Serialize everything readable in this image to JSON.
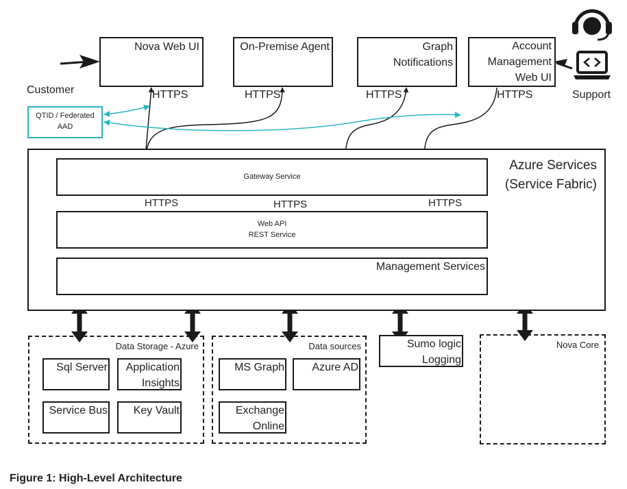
{
  "top_boxes": {
    "nova_web_ui": "Nova Web UI",
    "on_premise_agent": "On-Premise Agent",
    "graph_notifications": [
      "Graph",
      "Notifications"
    ],
    "account_management": [
      "Account",
      "Management",
      "Web UI"
    ]
  },
  "actors": {
    "customer": "Customer",
    "support": "Support"
  },
  "qtid_box": [
    "QTID / Federated",
    "AAD"
  ],
  "https_label": "HTTPS",
  "azure": {
    "title": [
      "Azure Services",
      "(Service Fabric)"
    ],
    "gateway": "Gateway Service",
    "web_api": [
      "Web API",
      "REST Service"
    ],
    "management": "Management Services"
  },
  "data_storage": {
    "title": "Data Storage - Azure",
    "sql_server": "Sql Server",
    "app_insights": [
      "Application",
      "Insights"
    ],
    "service_bus": "Service Bus",
    "key_vault": "Key Vault"
  },
  "data_sources": {
    "title": "Data sources",
    "ms_graph": "MS Graph",
    "azure_ad": "Azure AD",
    "exchange_online": [
      "Exchange",
      "Online"
    ]
  },
  "sumo": [
    "Sumo logic",
    "Logging"
  ],
  "nova_core": "Nova Core",
  "caption": "Figure 1: High-Level Architecture",
  "colors": {
    "line": "#1a1a1a",
    "accent": "#2bb5c2"
  }
}
